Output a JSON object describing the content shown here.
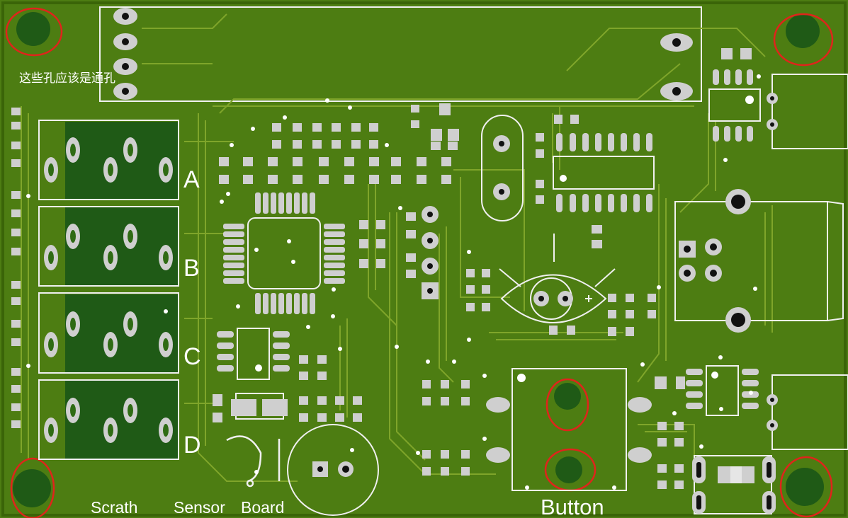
{
  "annotation": "这些孔应该是通孔",
  "labels": {
    "a": "A",
    "b": "B",
    "c": "C",
    "d": "D",
    "scrath": "Scrath",
    "sensor": "Sensor",
    "board": "Board",
    "button": "Button"
  },
  "colors": {
    "board": "#4d7d12",
    "board_dark": "#3f6c0c",
    "copper": "#2f6b14",
    "plane": "#1f5a16",
    "trace": "#7fa52a",
    "pad": "#cfcfcf",
    "silk": "#ffffff",
    "marker": "#e0241b",
    "drill": "#111111",
    "edge": "#f0f0f0"
  }
}
